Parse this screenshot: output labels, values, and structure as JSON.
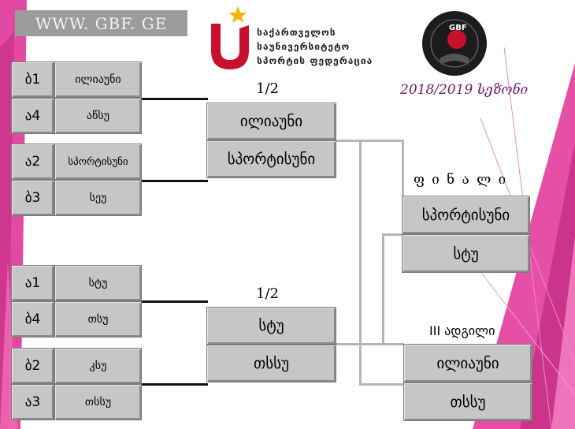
{
  "header": {
    "website": "WWW. GBF. GE",
    "federation_lines": [
      "საქართველოს",
      "საუნივერსიტეტო",
      "სპორტის ფედერაცია"
    ],
    "logo_text": "GBF",
    "season": "2018/2019 სეზონი"
  },
  "bracket": {
    "quarter_groups": [
      {
        "rows": [
          {
            "seed": "ბ1",
            "team": "ილიაუნი"
          },
          {
            "seed": "ა4",
            "team": "აწსუ"
          }
        ]
      },
      {
        "rows": [
          {
            "seed": "ა2",
            "team": "სპორტისუნი"
          },
          {
            "seed": "ბ3",
            "team": "სეუ"
          }
        ]
      },
      {
        "rows": [
          {
            "seed": "ა1",
            "team": "სტუ"
          },
          {
            "seed": "ბ4",
            "team": "თსუ"
          }
        ]
      },
      {
        "rows": [
          {
            "seed": "ბ2",
            "team": "კსუ"
          },
          {
            "seed": "ა3",
            "team": "თსსუ"
          }
        ]
      }
    ],
    "semifinals": [
      {
        "label": "1/2",
        "teams": [
          "ილიაუნი",
          "სპორტისუნი"
        ]
      },
      {
        "label": "1/2",
        "teams": [
          "სტუ",
          "თსსუ"
        ]
      }
    ],
    "final": {
      "label": "ფ ი ნ ა ლ ი",
      "teams": [
        "სპორტისუნი",
        "სტუ"
      ]
    },
    "third_place": {
      "label": "III ადგილი",
      "teams": [
        "ილიაუნი",
        "თსსუ"
      ]
    }
  },
  "colors": {
    "cell": "#c6c6c6",
    "accent_magenta": "#e0409a",
    "logo_red": "#c8102e",
    "season_purple": "#6e1a6a"
  }
}
